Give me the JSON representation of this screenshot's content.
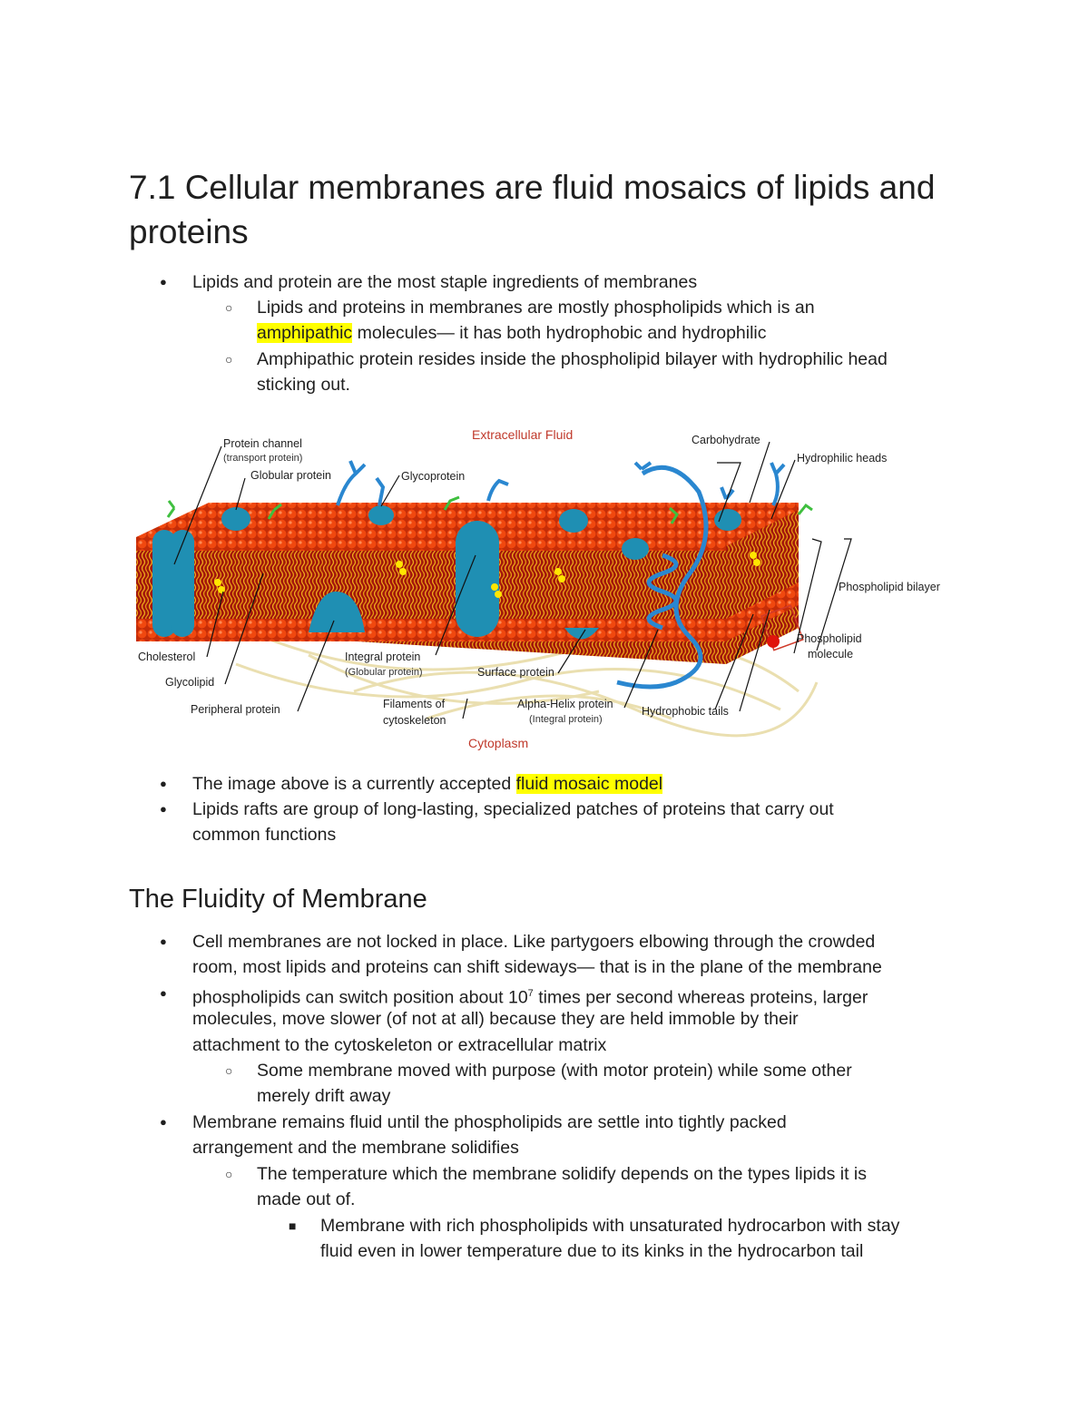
{
  "title": "7.1 Cellular membranes are fluid mosaics of lipids and proteins",
  "section1": {
    "b1": "Lipids and protein are the most staple ingredients of membranes",
    "b1a_pre": "Lipids and proteins in membranes are mostly phospholipids which is an",
    "b1a_hl": "amphipathic",
    "b1a_post": " molecules— it has both hydrophobic and hydrophilic",
    "b1b_line1": "Amphipathic protein resides inside the phospholipid bilayer with hydrophilic head",
    "b1b_line2": "sticking out."
  },
  "figure": {
    "extracellular": "Extracellular Fluid",
    "cytoplasm": "Cytoplasm",
    "labels": {
      "protein_channel": "Protein channel",
      "transport_protein": "(transport protein)",
      "globular_protein": "Globular protein",
      "glycoprotein": "Glycoprotein",
      "carbohydrate": "Carbohydrate",
      "hydrophilic_heads": "Hydrophilic heads",
      "phospholipid_bilayer": "Phospholipid bilayer",
      "phospholipid": "Phospholipid",
      "molecule": "molecule",
      "cholesterol": "Cholesterol",
      "glycolipid": "Glycolipid",
      "peripheral_protein": "Peripheral protein",
      "integral_protein": "Integral protein",
      "globular_protein_paren": "(Globular protein)",
      "surface_protein": "Surface protein",
      "filaments_of": "Filaments of",
      "cytoskeleton": "cytoskeleton",
      "alpha_helix": "Alpha-Helix protein",
      "integral_protein_paren": "(Integral protein)",
      "hydrophobic_tails": "Hydrophobic tails"
    },
    "colors": {
      "head": "#e8400c",
      "protein": "#1f8fb3",
      "tail": "#e5a510",
      "filament": "#eadfb0"
    }
  },
  "section2": {
    "b1_pre": "The image above is a currently accepted ",
    "b1_hl": "fluid mosaic model",
    "b2_line1": "Lipids rafts are group of long-lasting, specialized patches of proteins that carry out",
    "b2_line2": "common functions"
  },
  "fluidity": {
    "heading": "The Fluidity of Membrane",
    "b1_line1": "Cell membranes are not locked in place. Like partygoers elbowing through the crowded",
    "b1_line2": "room, most lipids and proteins can shift sideways— that is in the plane of the membrane",
    "b2_pre": "phospholipids can switch position about 10",
    "b2_sup": "7",
    "b2_post": " times per second whereas proteins, larger",
    "b2_line2": "molecules, move slower (of not at all) because they are held immoble by their",
    "b2_line3": "attachment to the cytoskeleton or extracellular matrix",
    "b2a_line1": "Some membrane moved with purpose (with motor protein) while some other",
    "b2a_line2": "merely drift away",
    "b3_line1": "Membrane remains fluid until the phospholipids are settle into tightly packed",
    "b3_line2": "arrangement and the membrane solidifies",
    "b3a_line1": "The temperature which the membrane solidify depends on the types lipids it is",
    "b3a_line2": "made out of.",
    "b3a1_line1": "Membrane with rich phospholipids with unsaturated hydrocarbon with stay",
    "b3a1_line2": "fluid even in lower temperature due to its kinks in the hydrocarbon tail"
  },
  "bullets": {
    "filled": "●",
    "hollow": "○",
    "square": "■"
  }
}
